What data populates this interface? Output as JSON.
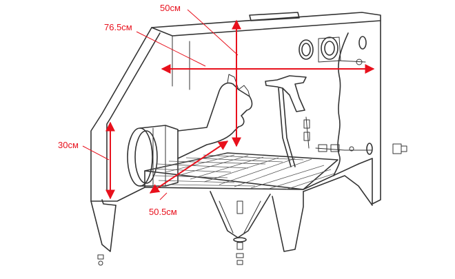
{
  "dimensions": {
    "height": "50см",
    "width": "76.5см",
    "glove_port_height": "30см",
    "grid_depth": "50.5см"
  },
  "colors": {
    "dimension": "#e8101c",
    "line": "#333333",
    "background": "#ffffff"
  }
}
